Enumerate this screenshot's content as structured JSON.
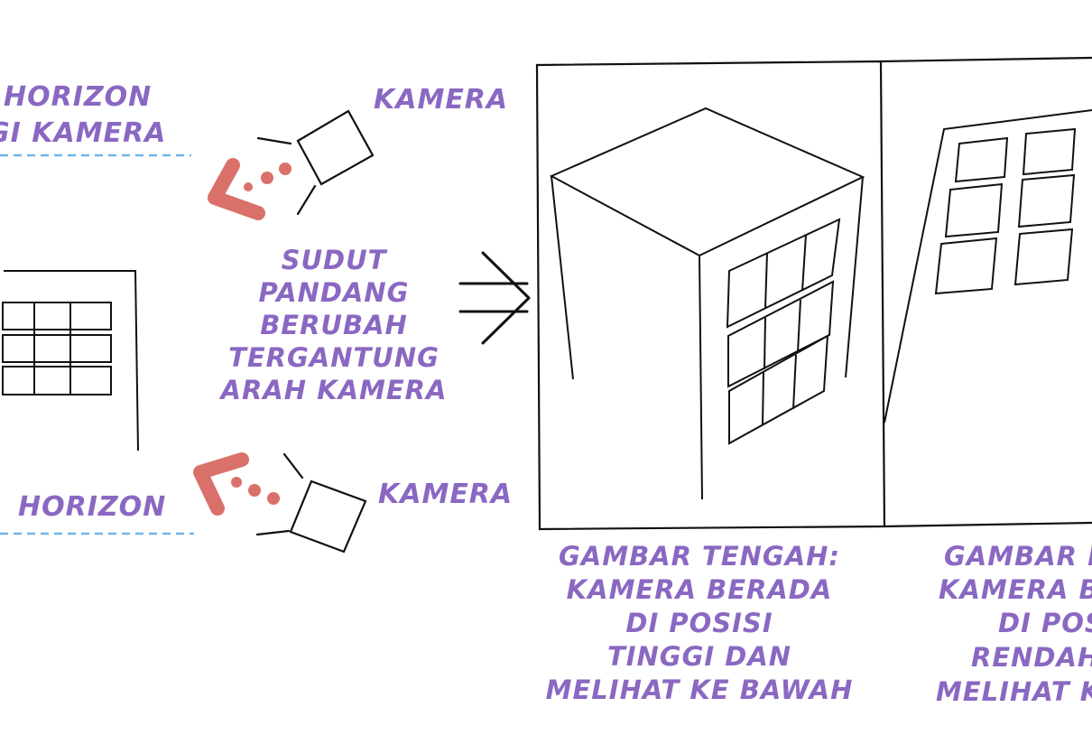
{
  "colors": {
    "text": "#8a68c2",
    "line": "#111111",
    "arrow": "#d9716a",
    "horizon": "#6fb6e8"
  },
  "top_horizon": {
    "line1": "HORIZON",
    "line2": "GI KAMERA"
  },
  "bottom_horizon": {
    "label": "HORIZON"
  },
  "camera_top": {
    "label": "KAMERA",
    "icon": "camera-box-icon"
  },
  "camera_bottom": {
    "label": "KAMERA",
    "icon": "camera-box-icon"
  },
  "center_note": {
    "lines": [
      "SUDUT",
      "PANDANG",
      "BERUBAH",
      "TERGANTUNG",
      "ARAH KAMERA"
    ]
  },
  "caption_middle": {
    "lines": [
      "GAMBAR TENGAH:",
      "KAMERA BERADA",
      "DI POSISI",
      "TINGGI DAN",
      "MELIHAT KE BAWAH"
    ]
  },
  "caption_right": {
    "lines": [
      "GAMBAR K",
      "KAMERA B",
      "DI POS",
      "RENDAH",
      "MELIHAT K"
    ]
  }
}
